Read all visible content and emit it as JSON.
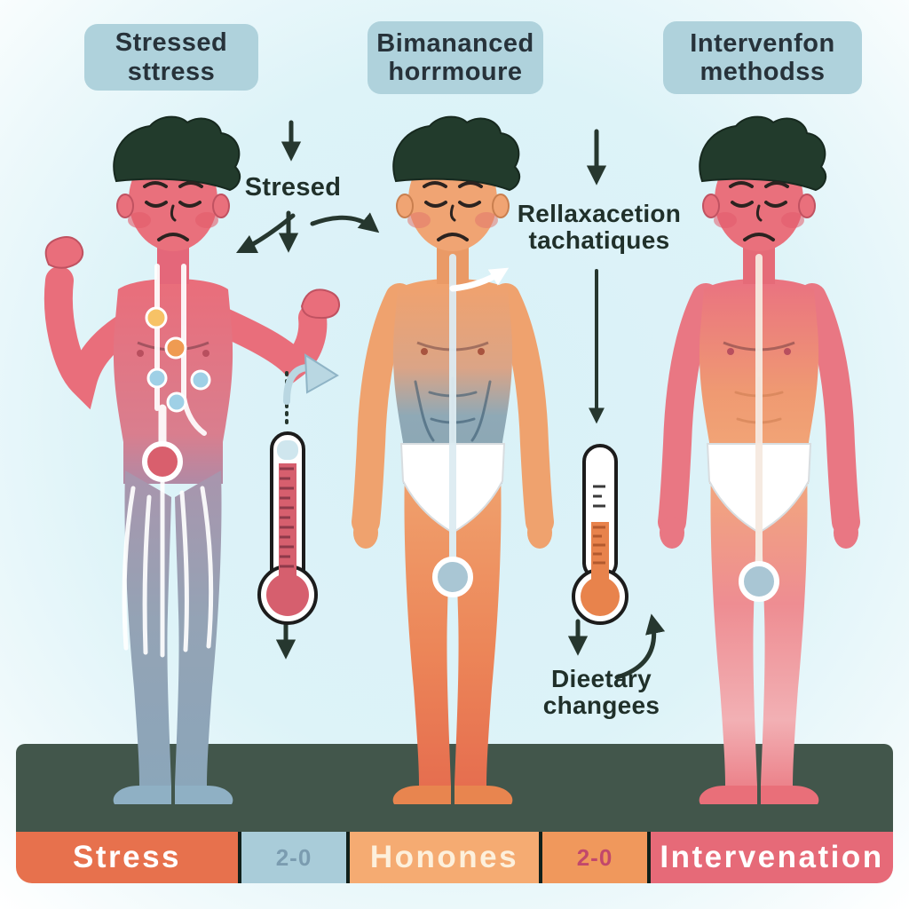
{
  "headers": [
    {
      "line1": "Stressed",
      "line2": "sttress"
    },
    {
      "line1": "Bimananced",
      "line2": "horrmoure"
    },
    {
      "line1": "Intervenfon",
      "line2": "methodss"
    }
  ],
  "annotations": {
    "stressed": "Stresed",
    "relaxation_line1": "Rellaxacetion",
    "relaxation_line2": "tachatiques",
    "dietary_line1": "Dieetary",
    "dietary_line2": "changees"
  },
  "bottom_bar": {
    "segments": [
      {
        "label": "Stress",
        "bg": "#e7714d",
        "fg": "#ffffff"
      },
      {
        "label": "2-0",
        "bg": "#a9ccd9",
        "fg": "#7b9cb0"
      },
      {
        "label": "Honones",
        "bg": "#f5ab72",
        "fg": "#fdf0dc"
      },
      {
        "label": "2-0",
        "bg": "#f0985c",
        "fg": "#c2486b"
      },
      {
        "label": "Intervenation",
        "bg": "#e66a78",
        "fg": "#ffffff"
      }
    ]
  },
  "scene": {
    "background_center": "#d9f1f7",
    "background_edge": "#ffffff",
    "header_box_bg": "#afd2dc",
    "ground_color": "#42564b",
    "arrow_color": "#26372f",
    "figures": [
      {
        "name": "stressed-man",
        "skin": "#e96e7b",
        "legs_fade": "#8aa6ba",
        "feet": "#8fb0c4",
        "hair": "#223b2c",
        "gland": "#d95f6d"
      },
      {
        "name": "balanced-man",
        "skin": "#efa26e",
        "abs": "#8fa9b6",
        "feet": "#e8854f",
        "hair": "#223b2c",
        "gland": "#a9c6d4"
      },
      {
        "name": "intervention-man",
        "skin": "#e97783",
        "torso_fade": "#f3ab79",
        "feet": "#e96f79",
        "hair": "#223b2c",
        "gland": "#a9c6d4"
      }
    ],
    "thermometers": [
      {
        "name": "left-thermometer",
        "level": "high",
        "fill": "#d65f6e"
      },
      {
        "name": "right-thermometer",
        "level": "low",
        "fill": "#e8834c"
      }
    ]
  }
}
